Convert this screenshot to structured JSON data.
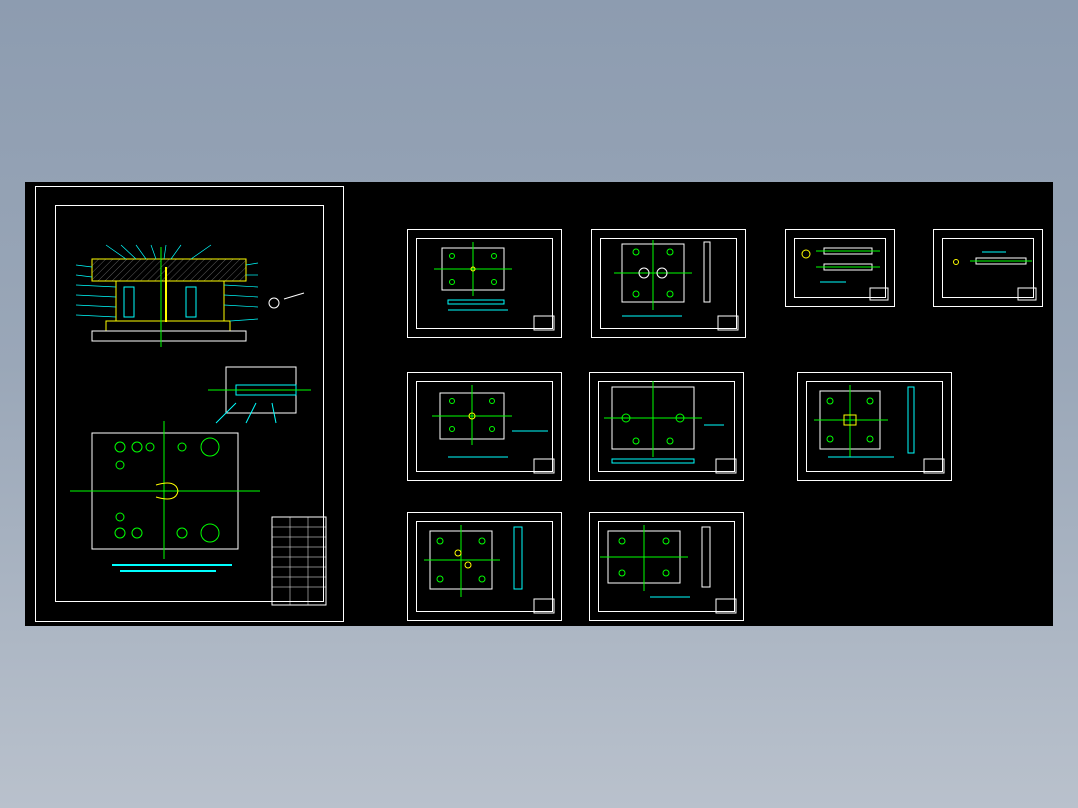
{
  "app": {
    "title": ""
  },
  "drawing": {
    "background_color": "#000000",
    "line_color": "#ffffff",
    "accent_colors": {
      "cyan": "#00ffff",
      "yellow": "#ffff00",
      "green": "#00ff00",
      "red": "#ff0000"
    },
    "sheets": [
      {
        "id": "assembly",
        "kind": "assembly-drawing"
      },
      {
        "id": "part-1",
        "kind": "part-drawing"
      },
      {
        "id": "part-2",
        "kind": "part-drawing"
      },
      {
        "id": "part-3",
        "kind": "part-drawing"
      },
      {
        "id": "part-4",
        "kind": "part-drawing"
      },
      {
        "id": "part-5",
        "kind": "part-drawing"
      },
      {
        "id": "part-6",
        "kind": "part-drawing"
      },
      {
        "id": "part-7",
        "kind": "part-drawing"
      },
      {
        "id": "part-8",
        "kind": "part-drawing"
      },
      {
        "id": "part-9",
        "kind": "part-drawing"
      },
      {
        "id": "part-10",
        "kind": "part-drawing"
      }
    ]
  }
}
